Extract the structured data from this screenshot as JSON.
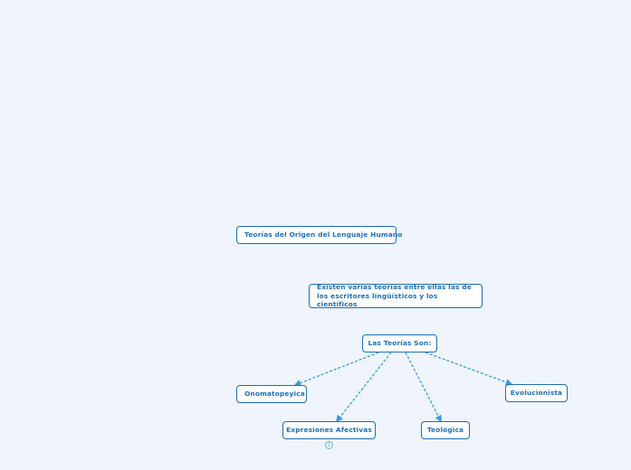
{
  "map": {
    "title_node": "Teorías del Origen del Lenguaje Humano",
    "description_node": "Existen varias teorías entre ellas las de los escritores lingüísticos y los científicos",
    "theories_node": "Las Teorías Son:",
    "children": [
      {
        "label": "Onomatopeyica"
      },
      {
        "label": "Expresiones Afectivas",
        "collapsed_indicator": "1"
      },
      {
        "label": "Teológica"
      },
      {
        "label": "Evolucionista"
      }
    ]
  },
  "colors": {
    "background": "#f0f5fd",
    "node_border": "#1d6fb8",
    "node_text": "#1d6fb8",
    "connector": "#3a9bd9"
  }
}
